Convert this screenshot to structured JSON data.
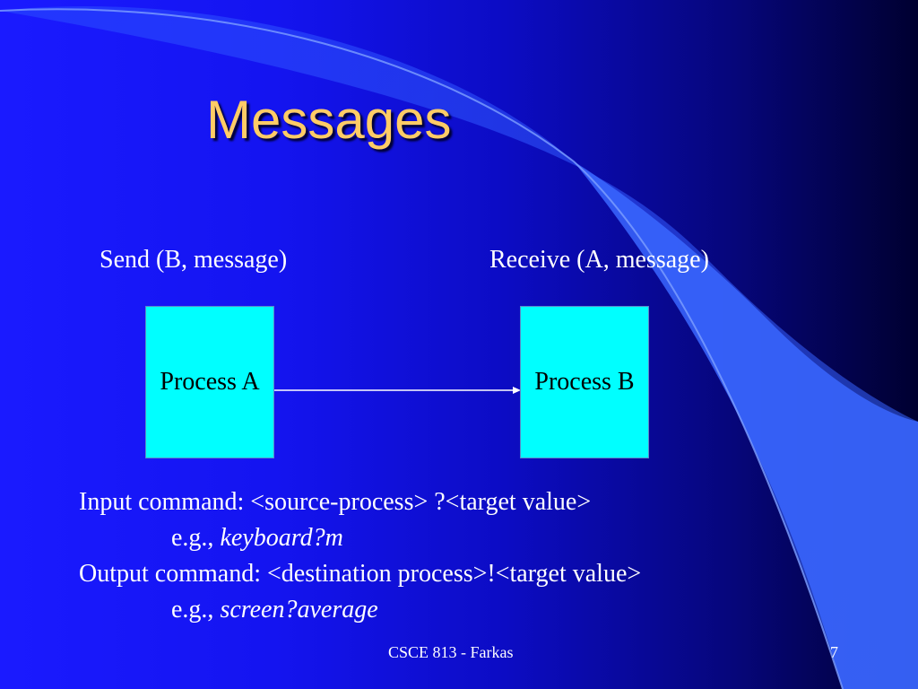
{
  "slide": {
    "title": "Messages",
    "send_label": "Send (B, message)",
    "receive_label": "Receive (A, message)",
    "process_a": "Process A",
    "process_b": "Process B",
    "input_command": "Input command: <source-process> ?<target value>",
    "input_example_prefix": "e.g., ",
    "input_example": "keyboard?m",
    "output_command": "Output command: <destination process>!<target value>",
    "output_example_prefix": "e.g., ",
    "output_example": "screen?average"
  },
  "footer": {
    "course": "CSCE 813 - Farkas",
    "page_number": "7"
  },
  "colors": {
    "title": "#ffcc66",
    "process_box": "#00ffff",
    "swoosh": "#3366ff"
  }
}
